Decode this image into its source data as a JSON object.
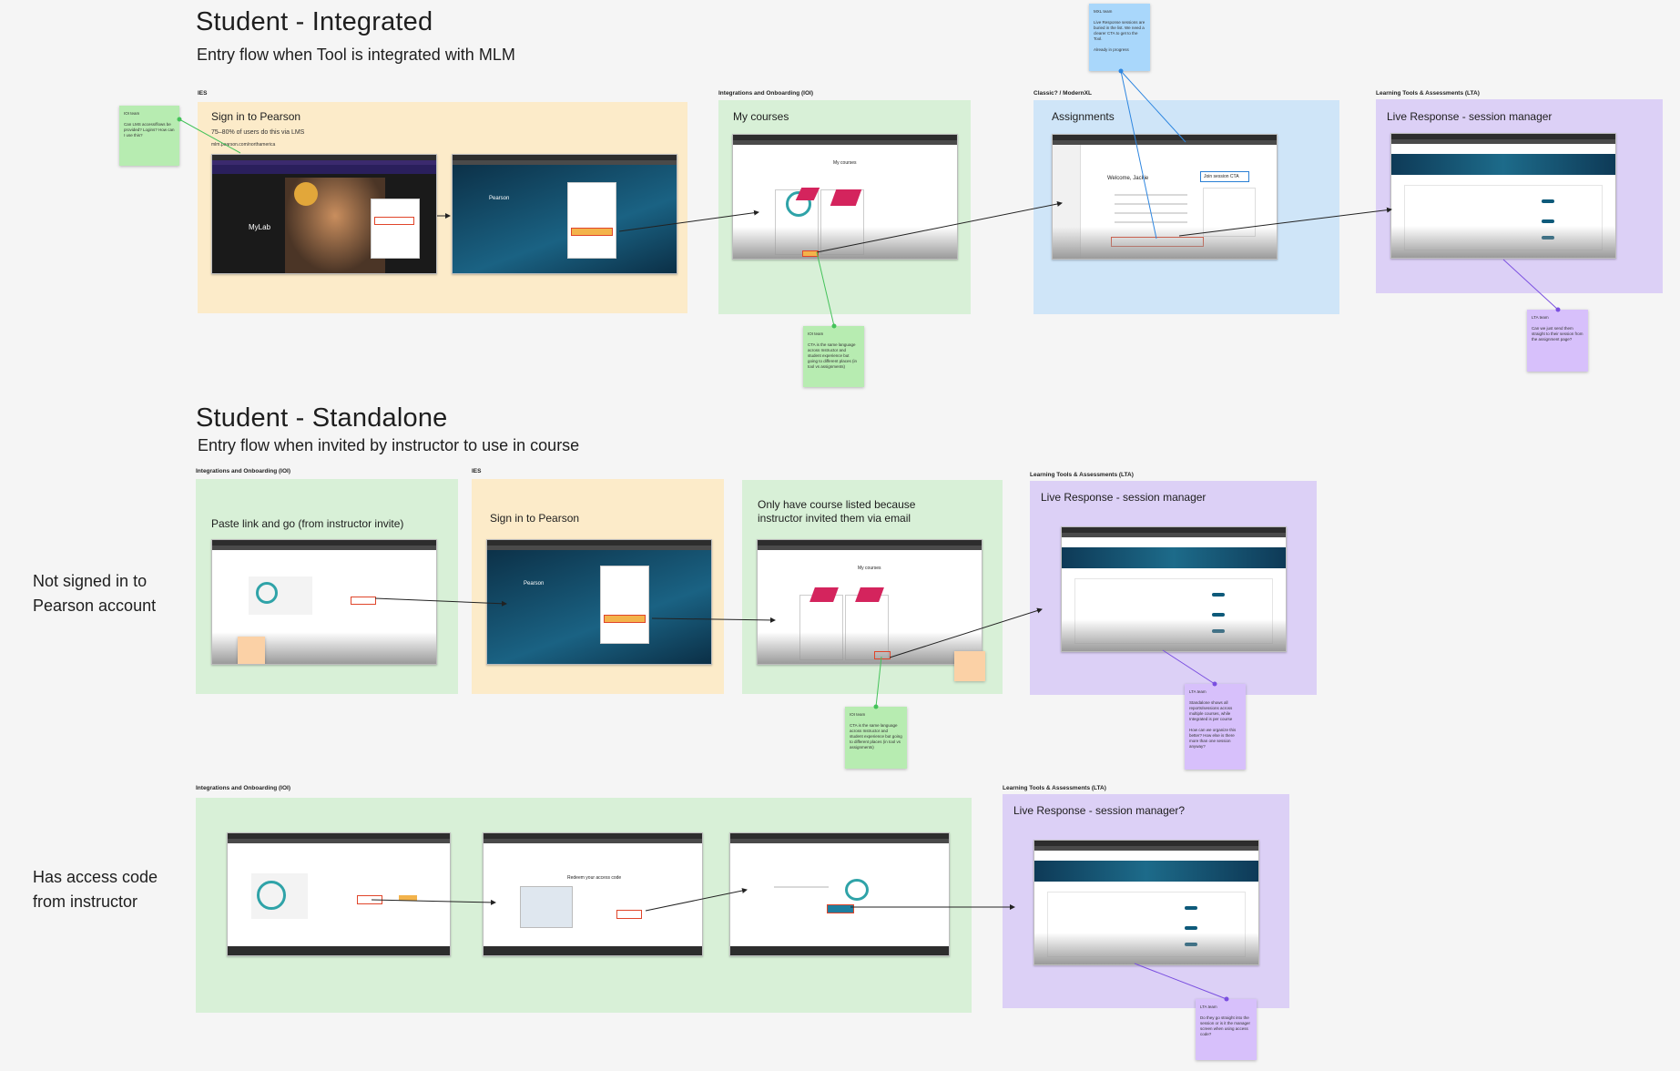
{
  "sections": [
    {
      "title": "Student - Integrated",
      "subtitle": "Entry flow when Tool is integrated with MLM"
    },
    {
      "title": "Student - Standalone",
      "subtitle": "Entry flow when invited by instructor to use in course"
    }
  ],
  "row_labels": {
    "not_signed_in": "Not signed in to\nPearson account",
    "access_code": "Has access code\nfrom instructor"
  },
  "group_labels": {
    "ies": "IES",
    "ioi": "Integrations and Onboarding (IOI)",
    "classic": "Classic? / ModernXL",
    "lta": "Learning Tools & Assessments (LTA)"
  },
  "frames": {
    "r1_sign_in": {
      "title": "Sign in to Pearson",
      "note1": "75–80% of users do this via LMS",
      "note2": "mlm.pearson.com/northamerica"
    },
    "r1_my_courses": {
      "title": "My courses"
    },
    "r1_assignments": {
      "title": "Assignments"
    },
    "r1_live": {
      "title": "Live Response - session manager"
    },
    "r2_paste": {
      "title": "Paste link and go (from instructor invite)"
    },
    "r2_sign_in": {
      "title": "Sign in to Pearson"
    },
    "r2_only": {
      "title": "Only have course listed because\ninstructor invited them via email"
    },
    "r2_live": {
      "title": "Live Response - session manager"
    },
    "r3_live": {
      "title": "Live Response - session manager?"
    }
  },
  "screens": {
    "mylab": "MyLab",
    "pearson": "Pearson",
    "my_courses": "My courses",
    "join_session": "Join session CTA",
    "redeem": "Redeem your access code",
    "welcome": "Welcome, Jackie"
  },
  "stickies": {
    "ioi_1": "IOI team\n\nCan LMS access/flows be provided? Logins? How can I use this?",
    "mxl": "MXL team\n\nLive Response sessions are buried in the list. We need a clearer CTA to get to the Tool.\n\nAlready in progress",
    "ioi_2": "IOI team\n\nCTA is the same language across Instructor and student experience but going to different places (in tool vs assignments)",
    "lta_1": "LTA team\n\nCan we just send them straight to their session from the assignment page?",
    "ioi_3": "IOI team\n\nCTA is the same language across Instructor and student experience but going to different places (in tool vs assignments)",
    "lta_2": "LTA team\n\nStandalone shows all reports/sessions across multiple courses, while Integrated is per course\n\nHow can we organize this better? How else is there more than one session anyway?",
    "lta_3": "LTA team\n\nDo they go straight into the session or is it the manager screen when using access code?"
  },
  "colors": {
    "ies": "#fcebc9",
    "ioi": "#d8f0d7",
    "classic": "#cfe5f8",
    "lta": "#dcd0f6",
    "highlight": "#e0452a"
  }
}
